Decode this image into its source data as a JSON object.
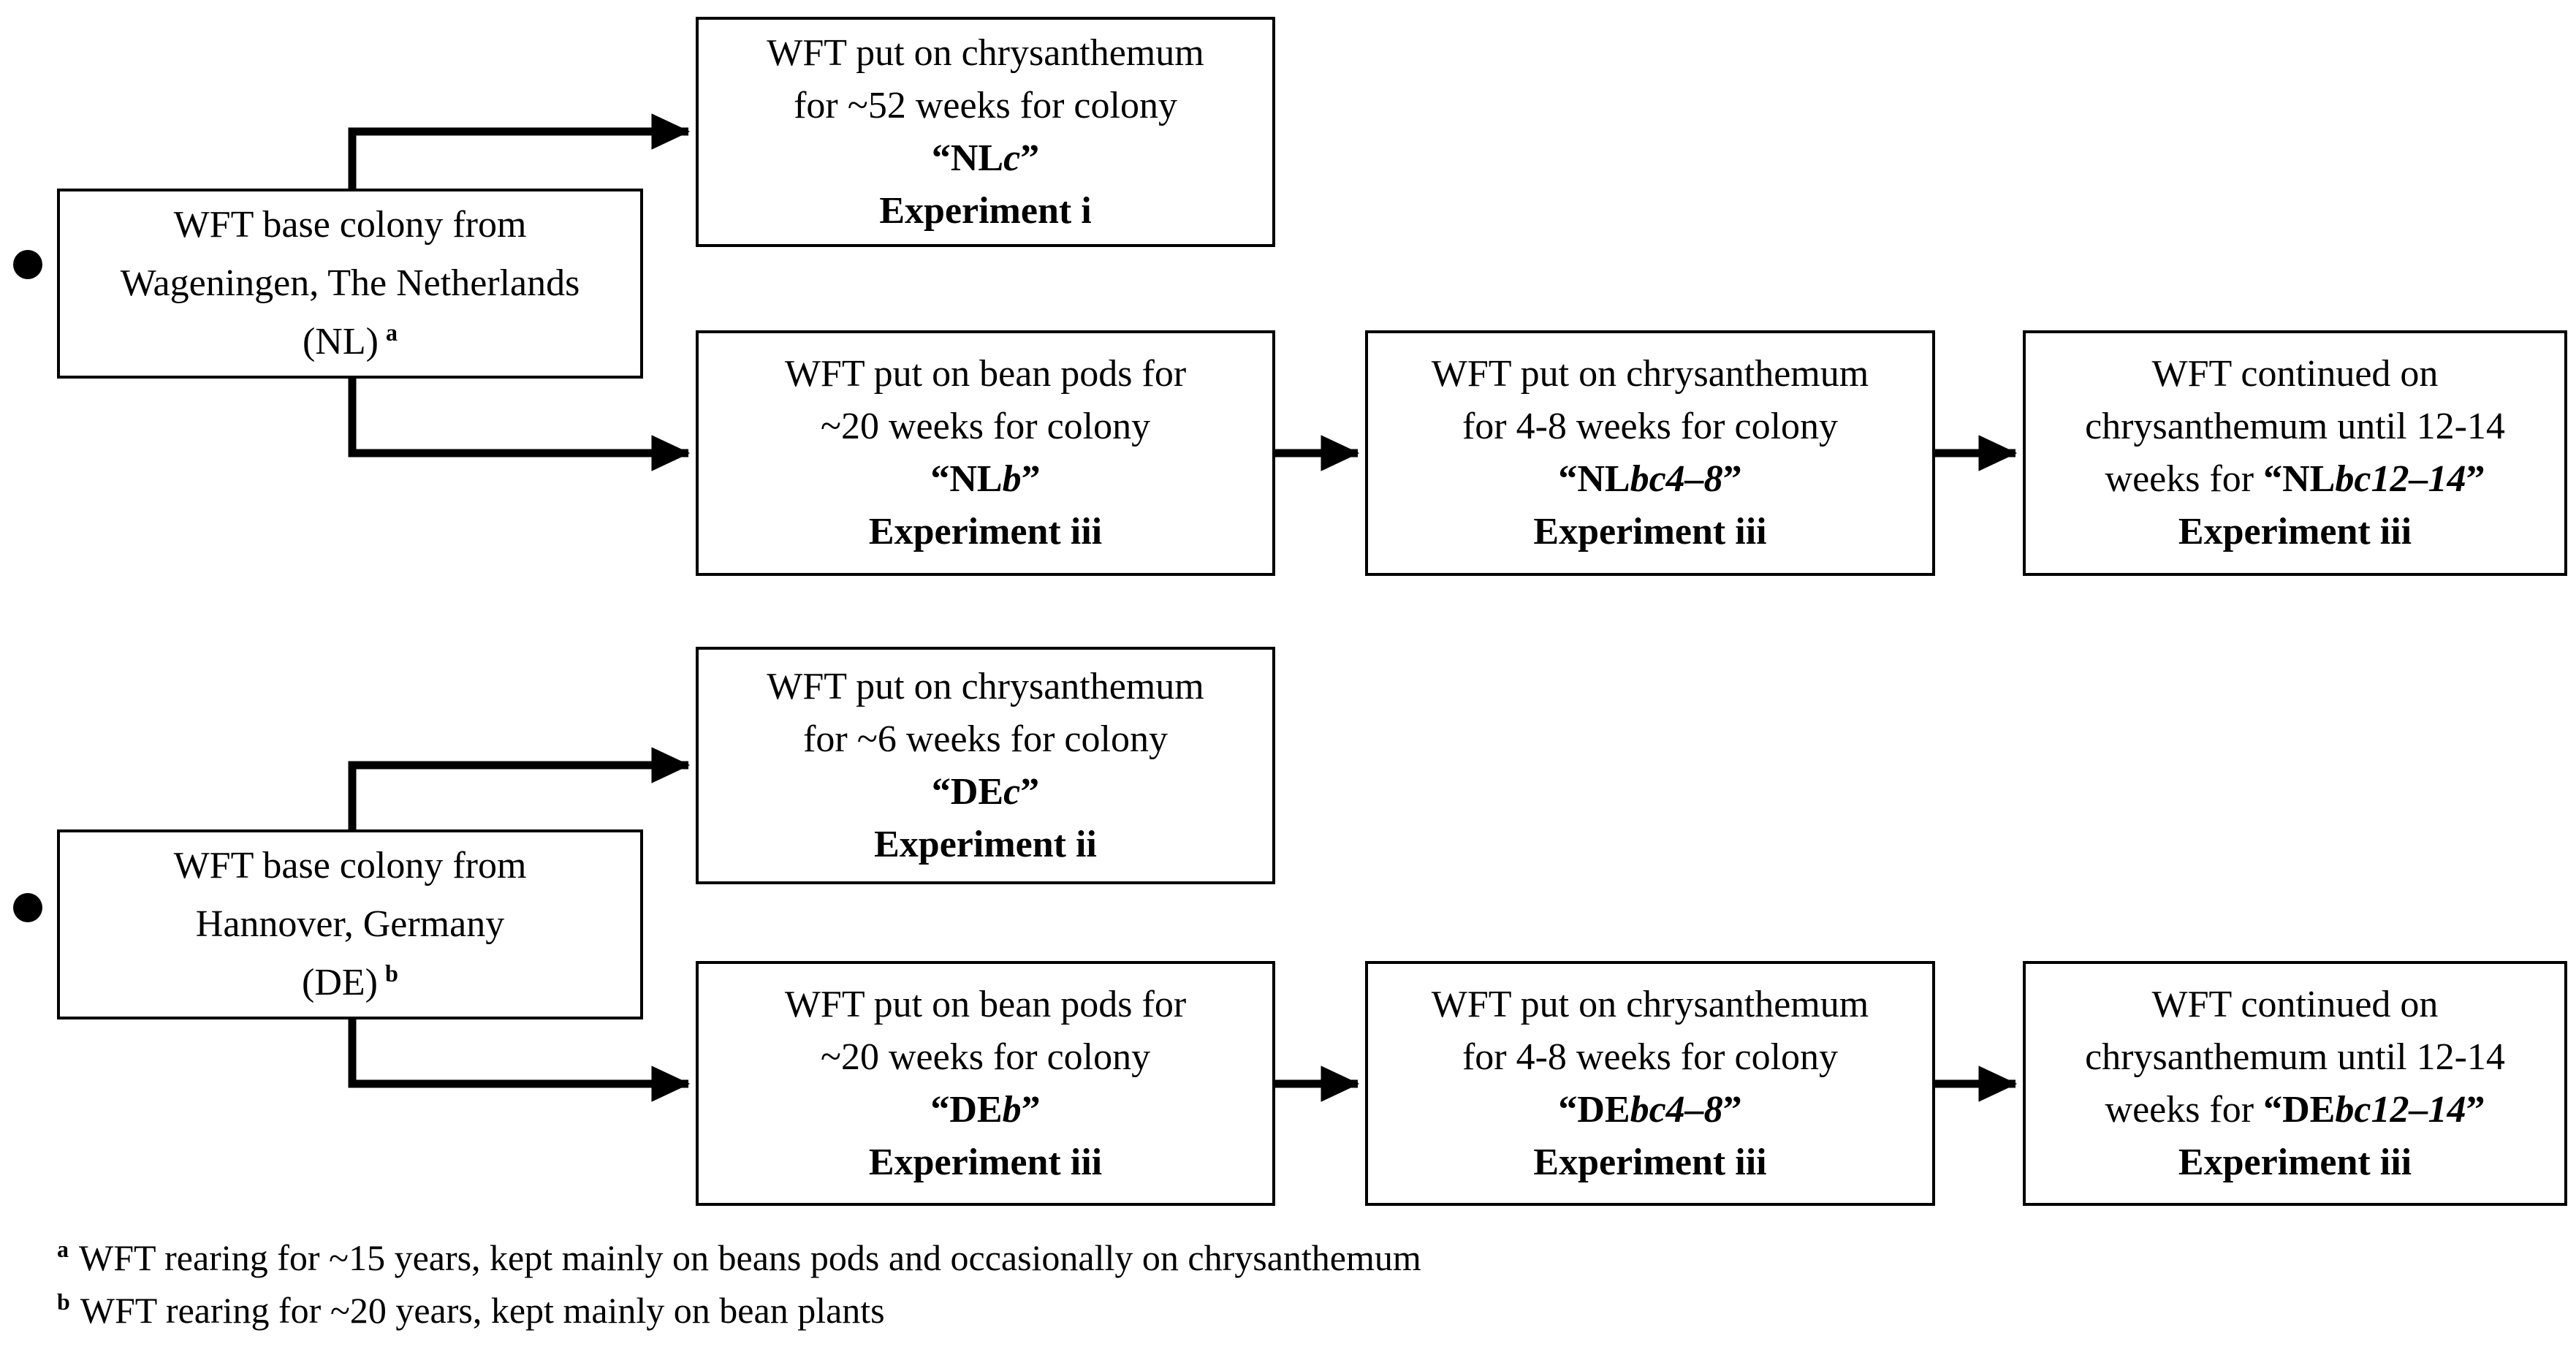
{
  "figure": {
    "background_color": "#ffffff",
    "line_color": "#000000",
    "text_color": "#000000"
  },
  "glyphs": {
    "open_quote": "“",
    "close_quote": "”"
  },
  "base_boxes": [
    {
      "id": "nl-base",
      "lines": [
        "WFT base colony from",
        "Wageningen, The Netherlands",
        "(NL)"
      ],
      "footnote_ref": "a"
    },
    {
      "id": "de-base",
      "lines": [
        "WFT base colony from",
        "Hannover, Germany",
        "(DE)"
      ],
      "footnote_ref": "b"
    }
  ],
  "process_boxes": [
    {
      "id": "nl-c",
      "line1": "WFT put on chrysanthemum",
      "line2": "for ~52 weeks for colony",
      "colony_pre": "",
      "colony_prefix": "NL",
      "colony_suffix": "c",
      "experiment": "Experiment i"
    },
    {
      "id": "nl-b",
      "line1": "WFT put on bean pods for",
      "line2": "~20 weeks for colony",
      "colony_pre": "",
      "colony_prefix": "NL",
      "colony_suffix": "b",
      "experiment": "Experiment iii"
    },
    {
      "id": "nl-bc48",
      "line1": "WFT put on chrysanthemum",
      "line2": "for 4-8 weeks for colony",
      "colony_pre": "",
      "colony_prefix": "NL",
      "colony_suffix": "bc4–8",
      "experiment": "Experiment iii"
    },
    {
      "id": "nl-bc1214",
      "line1": "WFT continued on",
      "line2": "chrysanthemum until 12-14",
      "colony_pre": "weeks for ",
      "colony_prefix": "NL",
      "colony_suffix": "bc12–14",
      "experiment": "Experiment iii"
    },
    {
      "id": "de-c",
      "line1": "WFT put on chrysanthemum",
      "line2": "for ~6 weeks for colony",
      "colony_pre": "",
      "colony_prefix": "DE",
      "colony_suffix": "c",
      "experiment": "Experiment ii"
    },
    {
      "id": "de-b",
      "line1": "WFT put on bean pods for",
      "line2": "~20 weeks for colony",
      "colony_pre": "",
      "colony_prefix": "DE",
      "colony_suffix": "b",
      "experiment": "Experiment iii"
    },
    {
      "id": "de-bc48",
      "line1": "WFT put on chrysanthemum",
      "line2": "for 4-8 weeks for colony",
      "colony_pre": "",
      "colony_prefix": "DE",
      "colony_suffix": "bc4–8",
      "experiment": "Experiment iii"
    },
    {
      "id": "de-bc1214",
      "line1": "WFT continued on",
      "line2": "chrysanthemum until 12-14",
      "colony_pre": "weeks for ",
      "colony_prefix": "DE",
      "colony_suffix": "bc12–14",
      "experiment": "Experiment iii"
    }
  ],
  "footnotes": [
    {
      "marker": "a",
      "text": "WFT rearing for ~15 years, kept mainly on beans pods and occasionally on chrysanthemum"
    },
    {
      "marker": "b",
      "text": "WFT rearing for ~20 years, kept mainly on bean plants"
    }
  ]
}
